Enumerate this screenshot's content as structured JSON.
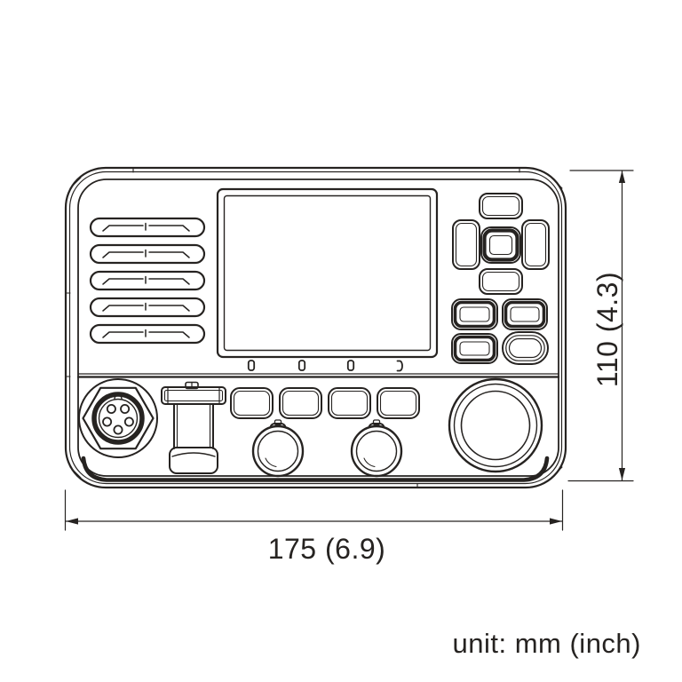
{
  "diagram": {
    "kind": "technical-dimension-drawing",
    "subject": "marine-radio-front-panel",
    "width_dimension": "175 (6.9)",
    "height_dimension": "110 (4.3)",
    "unit_note": "unit: mm (inch)"
  },
  "colors": {
    "line": "#262321",
    "background": "#ffffff"
  },
  "components": {
    "speaker_slots": 5,
    "display_softkey_marks": 4,
    "keypad_buttons": 9,
    "function_buttons": 4,
    "small_knobs": 2,
    "large_dial": 1,
    "mic_connector_pins": 5
  }
}
